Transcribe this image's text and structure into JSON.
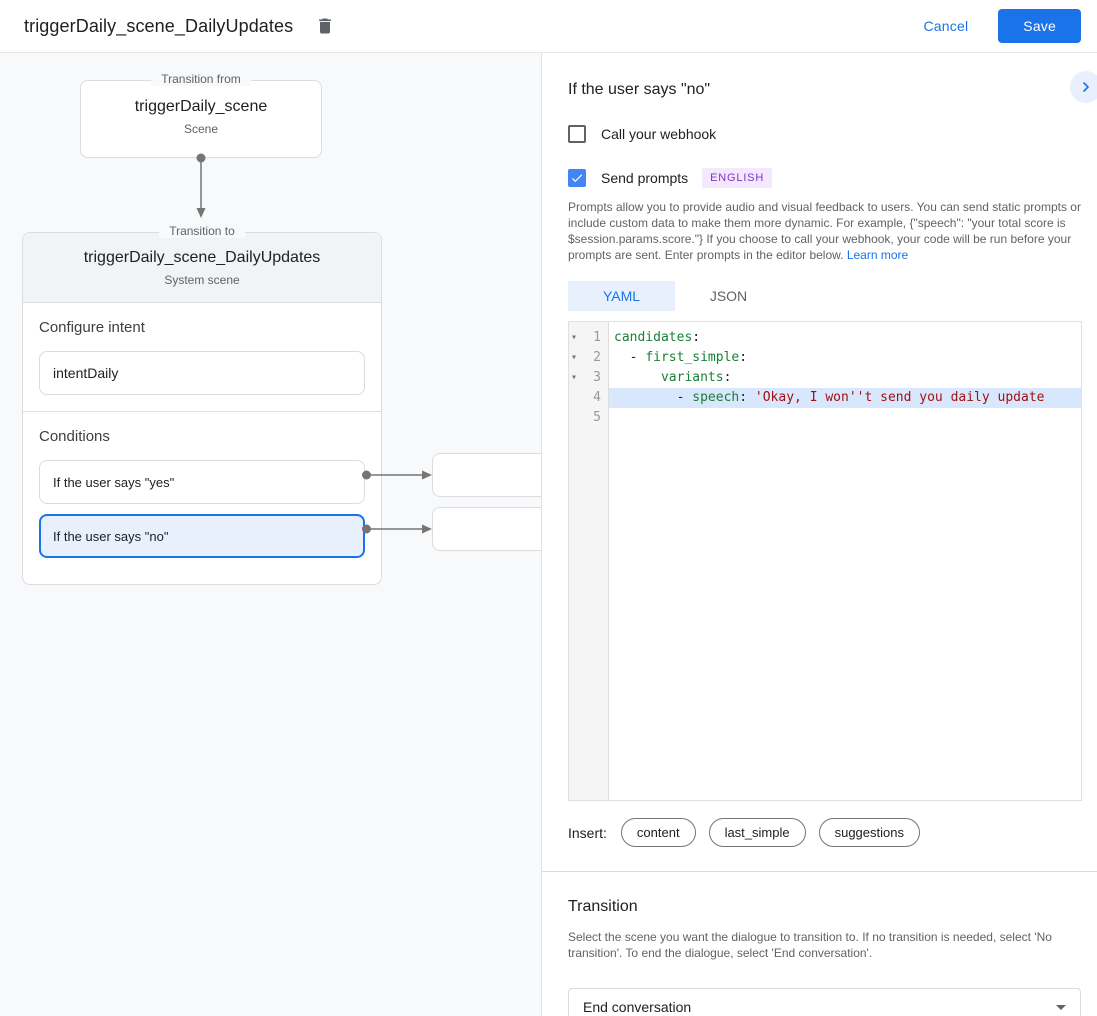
{
  "header": {
    "title": "triggerDaily_scene_DailyUpdates",
    "cancel_label": "Cancel",
    "save_label": "Save"
  },
  "diagram": {
    "from_box": {
      "legend": "Transition from",
      "title": "triggerDaily_scene",
      "subtitle": "Scene"
    },
    "to_box": {
      "legend": "Transition to",
      "title": "triggerDaily_scene_DailyUpdates",
      "subtitle": "System scene",
      "configure_intent": {
        "heading": "Configure intent",
        "value": "intentDaily"
      },
      "conditions": {
        "heading": "Conditions",
        "items": [
          {
            "label": "If the user says \"yes\"",
            "selected": false
          },
          {
            "label": "If the user says \"no\"",
            "selected": true
          }
        ]
      }
    }
  },
  "panel": {
    "title": "If the user says \"no\"",
    "collapse_icon": "chevron-right-icon",
    "webhook": {
      "label": "Call your webhook",
      "checked": false
    },
    "prompts": {
      "label": "Send prompts",
      "checked": true,
      "badge": "ENGLISH"
    },
    "description": "Prompts allow you to provide audio and visual feedback to users. You can send static prompts or include custom data to make them more dynamic. For example, {\"speech\": \"your total score is $session.params.score.\"} If you choose to call your webhook, your code will be run before your prompts are sent. Enter prompts in the editor below.",
    "learn_more": "Learn more",
    "tabs": [
      {
        "label": "YAML",
        "active": true
      },
      {
        "label": "JSON",
        "active": false
      }
    ],
    "editor": {
      "fold_icon": "▾",
      "lines": [
        {
          "num": 1,
          "fold": true,
          "active": false,
          "tokens": [
            {
              "type": "key",
              "text": "candidates"
            },
            {
              "type": "plain",
              "text": ":"
            }
          ]
        },
        {
          "num": 2,
          "fold": true,
          "active": false,
          "tokens": [
            {
              "type": "plain",
              "text": "  - "
            },
            {
              "type": "key",
              "text": "first_simple"
            },
            {
              "type": "plain",
              "text": ":"
            }
          ]
        },
        {
          "num": 3,
          "fold": true,
          "active": false,
          "tokens": [
            {
              "type": "plain",
              "text": "      "
            },
            {
              "type": "key",
              "text": "variants"
            },
            {
              "type": "plain",
              "text": ":"
            }
          ]
        },
        {
          "num": 4,
          "fold": false,
          "active": true,
          "tokens": [
            {
              "type": "plain",
              "text": "        - "
            },
            {
              "type": "key",
              "text": "speech"
            },
            {
              "type": "plain",
              "text": ": "
            },
            {
              "type": "str",
              "text": "'Okay, I won''t send you daily update"
            }
          ]
        },
        {
          "num": 5,
          "fold": false,
          "active": false,
          "tokens": []
        }
      ]
    },
    "insert": {
      "label": "Insert:",
      "chips": [
        "content",
        "last_simple",
        "suggestions"
      ]
    },
    "transition": {
      "heading": "Transition",
      "description": "Select the scene you want the dialogue to transition to. If no transition is needed, select 'No transition'. To end the dialogue, select 'End conversation'.",
      "value": "End conversation"
    }
  },
  "colors": {
    "accent": "#1a73e8",
    "checkbox_checked": "#4285f4",
    "badge_bg": "#f3e8fd",
    "badge_text": "#8430ce",
    "selected_condition_bg": "#e8f0fe",
    "code_key": "#188038",
    "code_string": "#a11111",
    "active_line_bg": "#d9e7fd",
    "canvas_bg": "#f8f9fa"
  }
}
